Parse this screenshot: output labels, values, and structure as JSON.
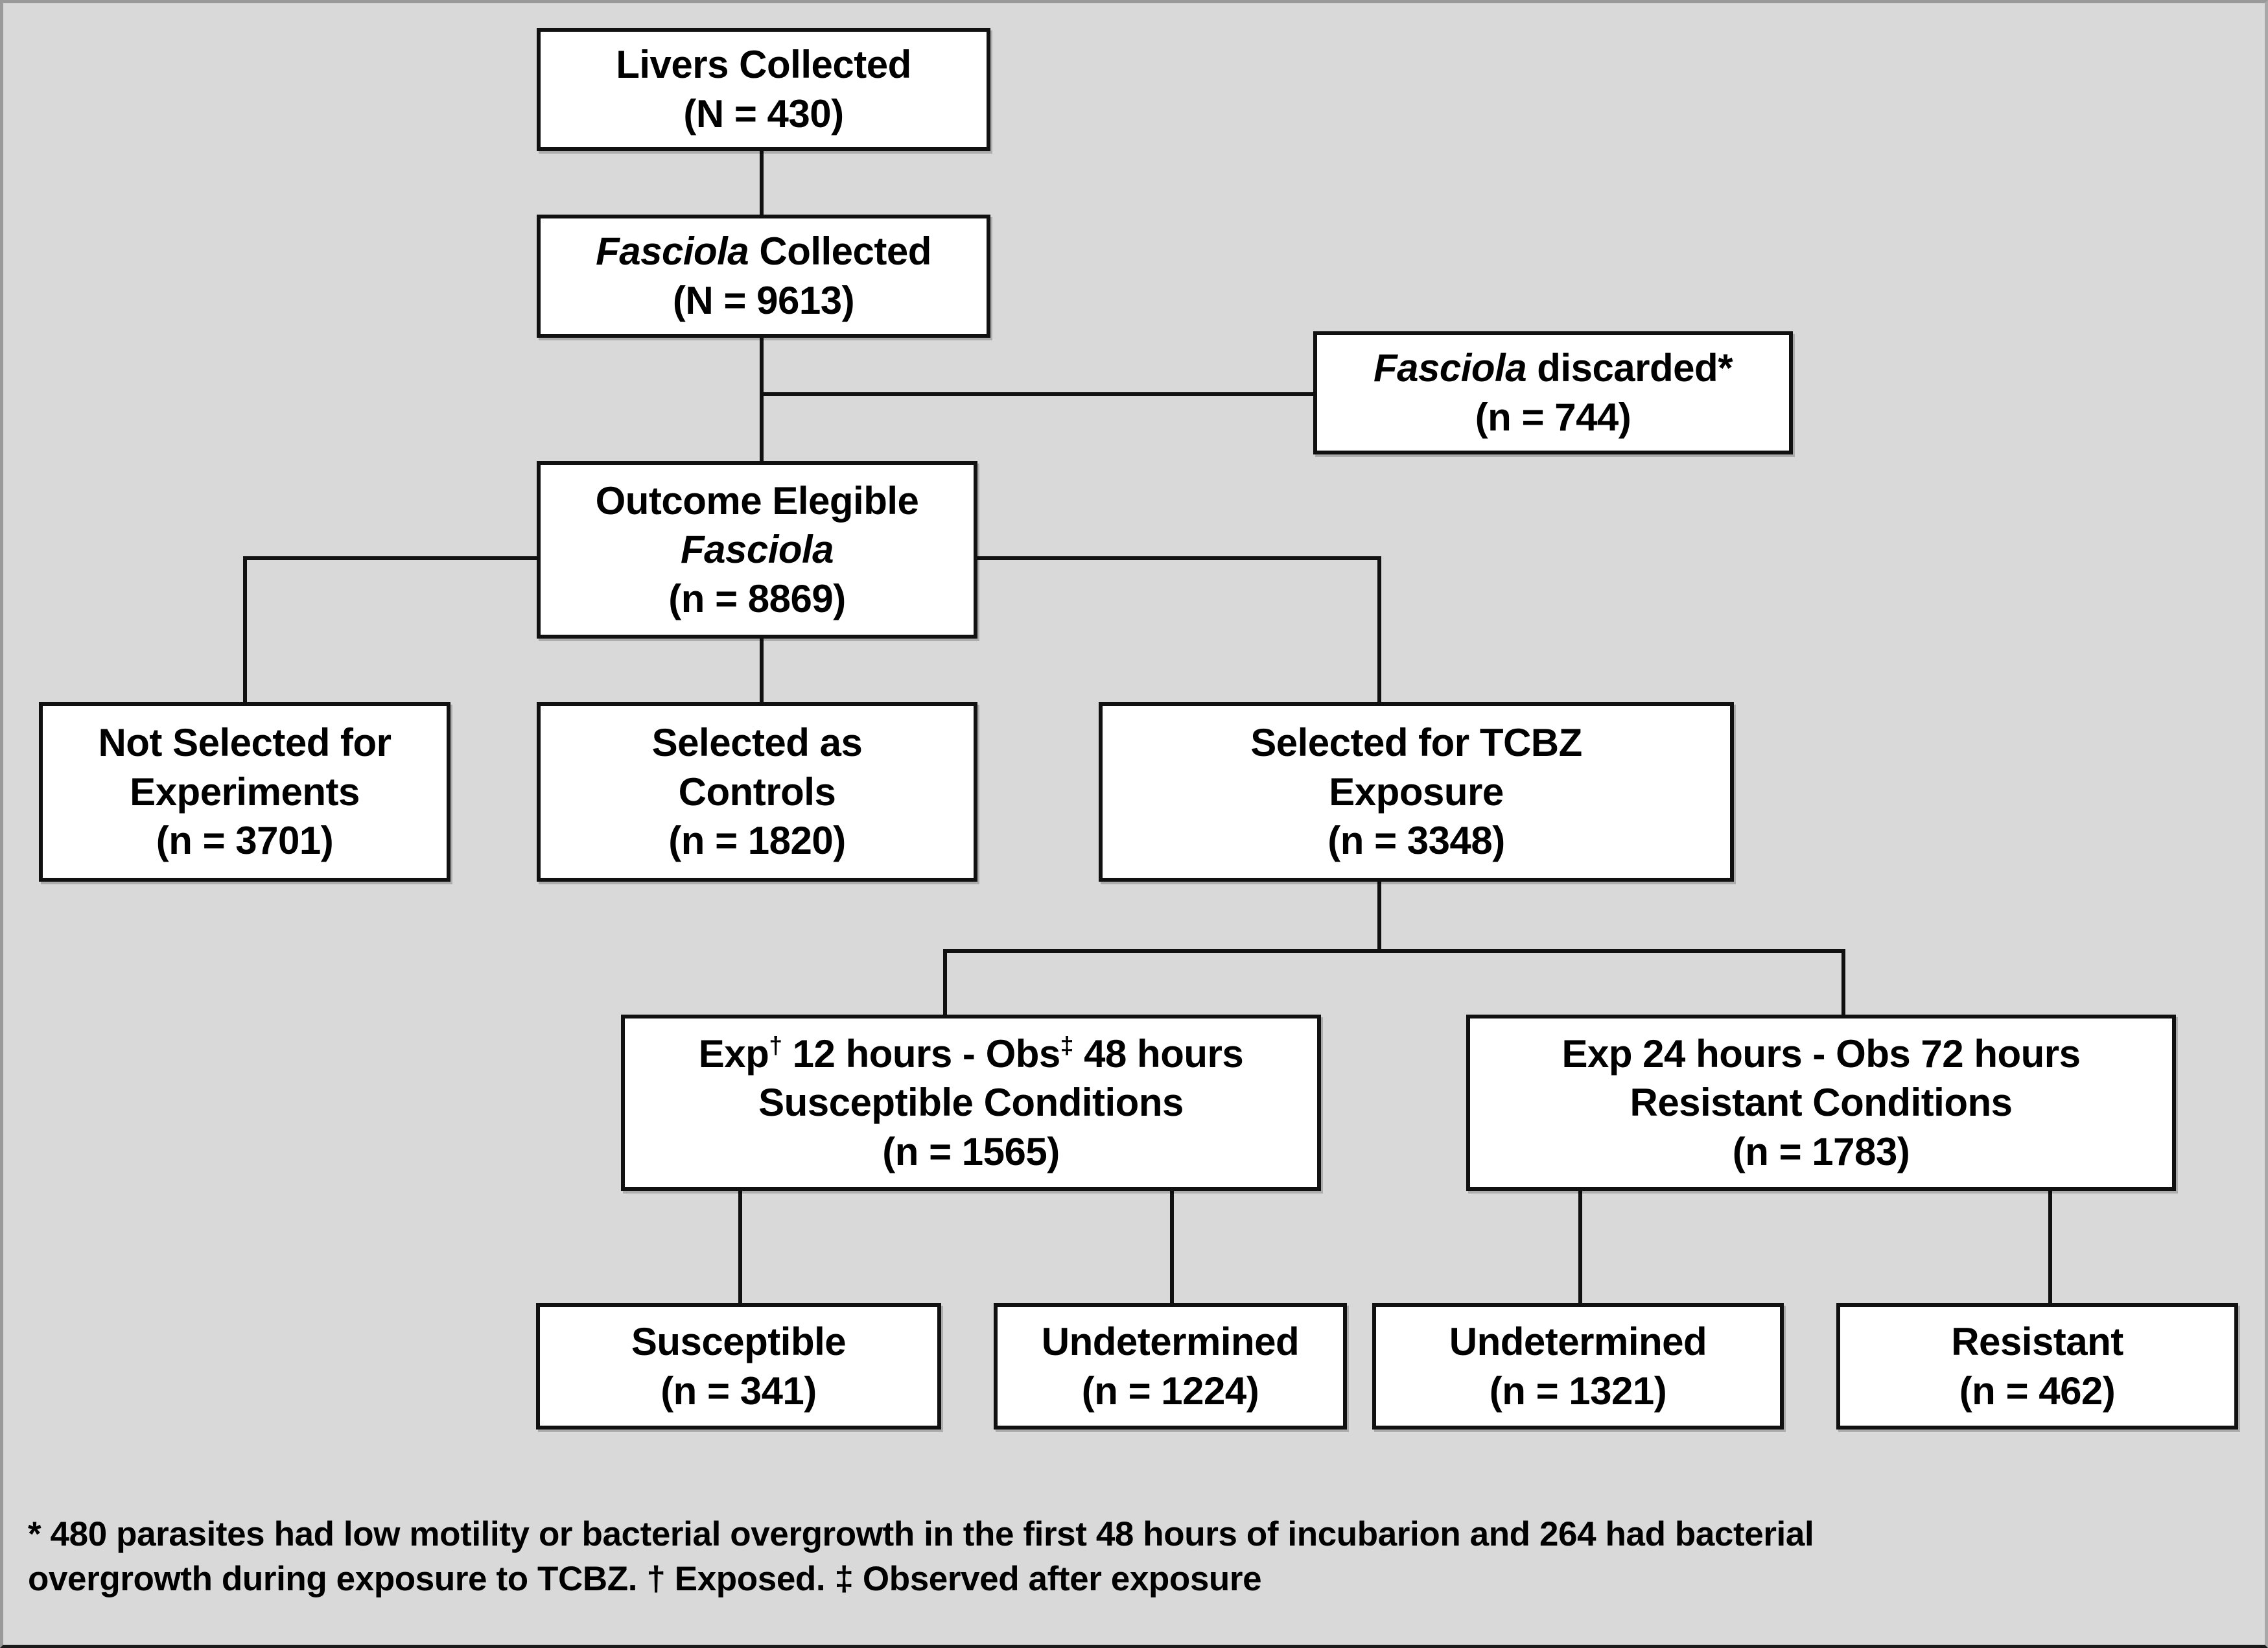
{
  "diagram": {
    "type": "flowchart",
    "title_visible": false,
    "background_color": "#d9d9d9",
    "node_fill": "#ffffff",
    "line_color": "#111111",
    "nodes": [
      {
        "id": "livers",
        "title": "Livers Collected",
        "count": "(N = 430)",
        "italic_title": false
      },
      {
        "id": "fasciola_collected",
        "title": "Fasciola Collected",
        "title_italic_word": "Fasciola",
        "title_rest": " Collected",
        "count": "(N = 9613)"
      },
      {
        "id": "fasciola_discarded",
        "title_italic_word": "Fasciola",
        "title_rest": " discarded*",
        "count": "(n = 744)"
      },
      {
        "id": "outcome_eligible",
        "line1": "Outcome Elegible",
        "line2_italic": "Fasciola",
        "count": "(n = 8869)"
      },
      {
        "id": "not_selected",
        "line1": "Not Selected for",
        "line2": "Experiments",
        "count": "(n = 3701)"
      },
      {
        "id": "controls",
        "line1": "Selected as",
        "line2": "Controls",
        "count": "(n = 1820)"
      },
      {
        "id": "tcbz",
        "line1": "Selected for TCBZ",
        "line2": "Exposure",
        "count": "(n = 3348)"
      },
      {
        "id": "susceptible_conditions",
        "line1_a": "Exp",
        "line1_sup1": "†",
        "line1_b": " 12 hours - Obs",
        "line1_sup2": "‡",
        "line1_c": " 48 hours",
        "line2": "Susceptible Conditions",
        "count": "(n = 1565)"
      },
      {
        "id": "resistant_conditions",
        "line1": "Exp 24 hours - Obs 72 hours",
        "line2": "Resistant Conditions",
        "count": "(n = 1783)"
      },
      {
        "id": "outcome_susceptible",
        "title": "Susceptible",
        "count": "(n = 341)"
      },
      {
        "id": "outcome_undetermined_s",
        "title": "Undetermined",
        "count": "(n = 1224)"
      },
      {
        "id": "outcome_undetermined_r",
        "title": "Undetermined",
        "count": "(n = 1321)"
      },
      {
        "id": "outcome_resistant",
        "title": "Resistant",
        "count": "(n = 462)"
      }
    ],
    "footnote": {
      "line1": "* 480 parasites had low motility or bacterial overgrowth in the first 48 hours of incubarion and 264 had bacterial",
      "line2_a": "overgrowth during exposure to TCBZ. ",
      "line2_dagger": "†",
      "line2_b": " Exposed. ",
      "line2_ddagger": "‡",
      "line2_c": " Observed after exposure"
    }
  }
}
